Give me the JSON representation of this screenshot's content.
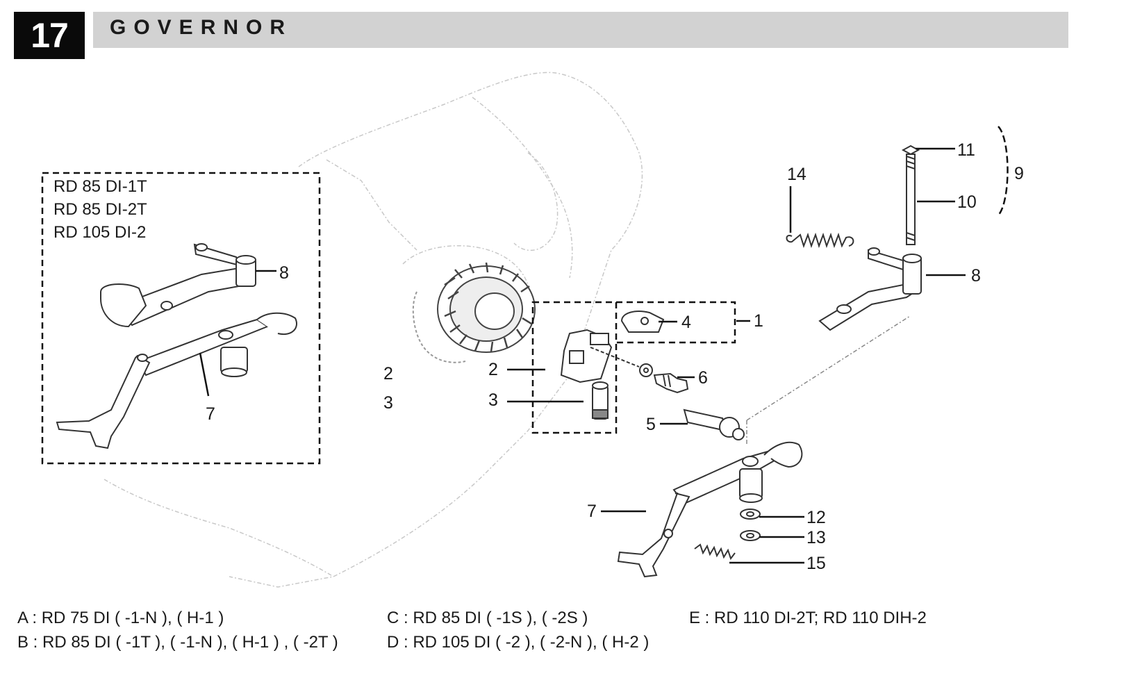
{
  "header": {
    "section_number": "17",
    "title": "GOVERNOR"
  },
  "inset": {
    "models": [
      "RD 85 DI-1T",
      "RD 85 DI-2T",
      "RD 105 DI-2"
    ],
    "callouts": [
      "8",
      "7"
    ]
  },
  "callouts": {
    "c1": "1",
    "c2": "2",
    "c2b": "2",
    "c3": "3",
    "c3b": "3",
    "c4": "4",
    "c5": "5",
    "c6": "6",
    "c7": "7",
    "c8": "8",
    "c9": "9",
    "c10": "10",
    "c11": "11",
    "c12": "12",
    "c13": "13",
    "c14": "14",
    "c15": "15"
  },
  "legend": [
    "A : RD 75 DI ( -1-N ), ( H-1 )",
    "B : RD 85 DI ( -1T ), ( -1-N ), ( H-1 ) , ( -2T )",
    "C : RD 85 DI ( -1S ), ( -2S )",
    "D : RD 105 DI ( -2 ), ( -2-N ), ( H-2 )",
    "E : RD 110 DI-2T; RD 110 DIH-2"
  ]
}
